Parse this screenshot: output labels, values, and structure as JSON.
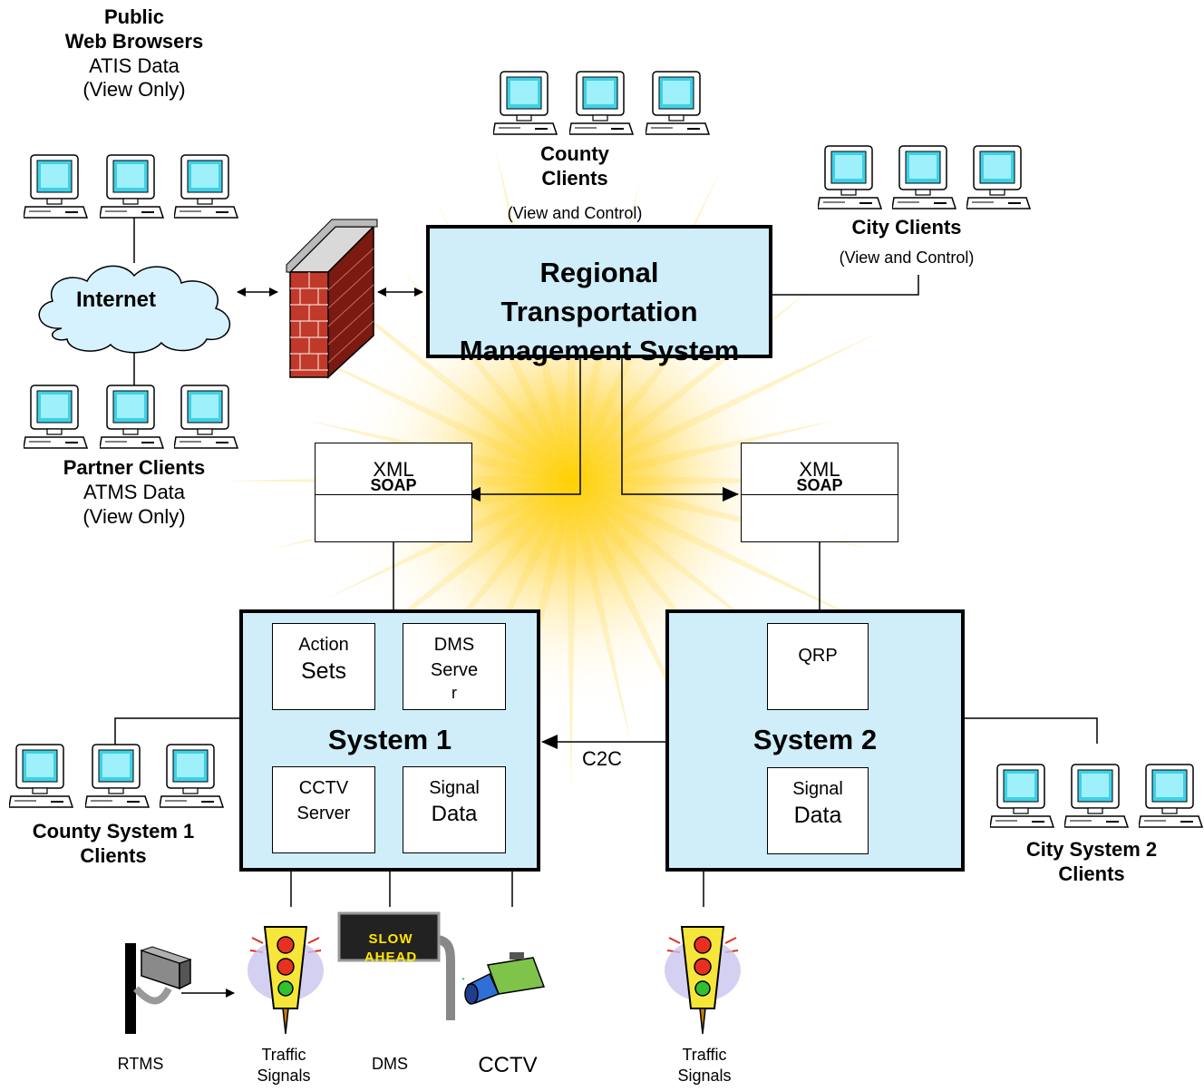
{
  "groups": {
    "public": {
      "title_line1": "Public",
      "title_line2": "Web Browsers",
      "line3": "ATIS Data",
      "line4": "(View Only)"
    },
    "partner": {
      "title": "Partner Clients",
      "line2": "ATMS Data",
      "line3": "(View Only)"
    },
    "county": {
      "title_line1": "County",
      "title_line2": "Clients",
      "sub": "(View and Control)"
    },
    "city": {
      "title": "City Clients",
      "sub": "(View and Control)"
    },
    "county_sys1": {
      "line1": "County System 1",
      "line2": "Clients"
    },
    "city_sys2": {
      "line1": "City System 2",
      "line2": "Clients"
    }
  },
  "internet_label": "Internet",
  "rtms_box": {
    "line1": "Regional",
    "line2": "Transportation",
    "line3": "Management System"
  },
  "xml_left": {
    "top": "XML",
    "bottom": "SOAP"
  },
  "xml_right": {
    "top": "XML",
    "bottom": "SOAP"
  },
  "system1": {
    "title": "System 1",
    "action_sets": {
      "line1": "Action",
      "line2": "Sets"
    },
    "dms_server": {
      "line1": "DMS",
      "line2": "Serve",
      "line3": "r"
    },
    "cctv_server": {
      "line1": "CCTV",
      "line2": "Server"
    },
    "signal_data": {
      "line1": "Signal",
      "line2": "Data"
    }
  },
  "system2": {
    "title": "System 2",
    "qrp": "QRP",
    "signal_data": {
      "line1": "Signal",
      "line2": "Data"
    }
  },
  "c2c_label": "C2C",
  "dms_sign": {
    "line1": "SLOW",
    "line2": "AHEAD"
  },
  "devices": {
    "rtms": "RTMS",
    "traffic_signals_1": {
      "line1": "Traffic",
      "line2": "Signals"
    },
    "dms": "DMS",
    "cctv": "CCTV",
    "traffic_signals_2": {
      "line1": "Traffic",
      "line2": "Signals"
    }
  },
  "icons": [
    "computer-icon",
    "cloud-icon",
    "firewall-icon",
    "traffic-light-icon",
    "dms-sign-icon",
    "camera-icon",
    "rtms-sensor-icon",
    "starburst-glow"
  ]
}
